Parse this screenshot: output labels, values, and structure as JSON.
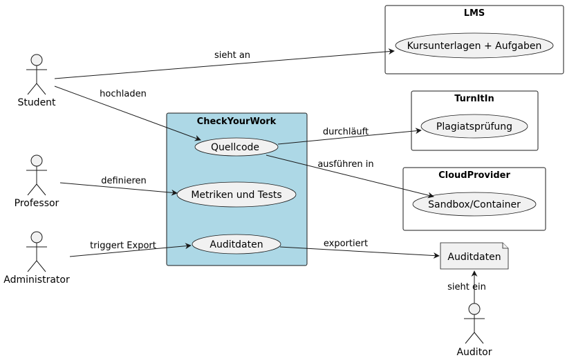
{
  "actors": {
    "student": "Student",
    "professor": "Professor",
    "administrator": "Administrator",
    "auditor": "Auditor"
  },
  "packages": {
    "lms": {
      "title": "LMS",
      "usecase": "Kursunterlagen + Aufgaben"
    },
    "turnitin": {
      "title": "TurnItIn",
      "usecase": "Plagiatsprüfung"
    },
    "cloud": {
      "title": "CloudProvider",
      "usecase": "Sandbox/Container"
    },
    "checkyourwork": {
      "title": "CheckYourWork",
      "fill": "#ADD8E6",
      "usecases": {
        "quellcode": "Quellcode",
        "metriken": "Metriken und Tests",
        "auditdaten": "Auditdaten"
      }
    }
  },
  "artifact": {
    "label": "Auditdaten"
  },
  "edges": {
    "student_lms": "sieht an",
    "student_quellcode": "hochladen",
    "professor_metriken": "definieren",
    "admin_audit": "triggert Export",
    "quellcode_plagiat": "durchläuft",
    "quellcode_sandbox": "ausführen in",
    "audit_export": "exportiert",
    "auditor_artifact": "sieht ein"
  }
}
